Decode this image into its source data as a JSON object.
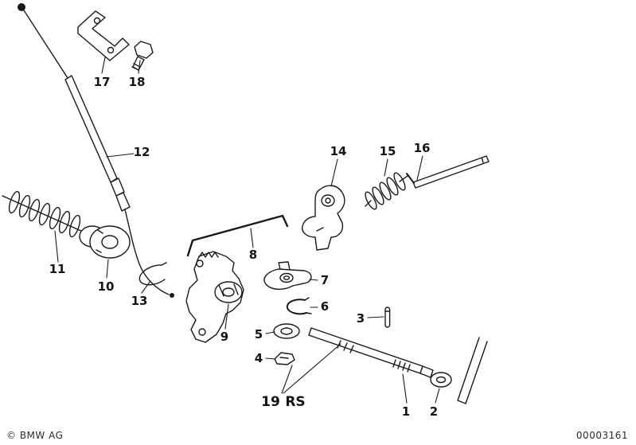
{
  "footer": {
    "copyright": "© BMW AG",
    "doc_number": "00003161"
  },
  "callouts": {
    "c1": "1",
    "c2": "2",
    "c3": "3",
    "c4": "4",
    "c5": "5",
    "c6": "6",
    "c7": "7",
    "c8": "8",
    "c9": "9",
    "c10": "10",
    "c11": "11",
    "c12": "12",
    "c13": "13",
    "c14": "14",
    "c15": "15",
    "c16": "16",
    "c17": "17",
    "c18": "18",
    "c19": "19",
    "rs": "RS"
  },
  "diagram": {
    "ink_color": "#1a1a1a",
    "background": "#ffffff",
    "kind": "exploded-parts-line-drawing"
  }
}
